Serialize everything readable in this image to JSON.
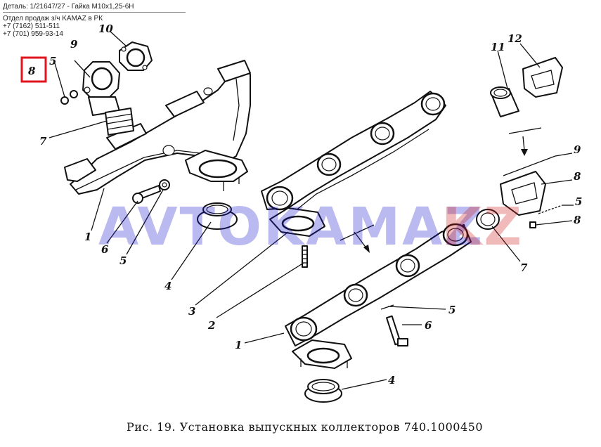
{
  "header": {
    "detail": "Деталь: 1/21647/27 - Гайка M10x1,25-6H",
    "dept": "Отдел продаж з/ч KAMAZ в РК",
    "phone1": "+7 (7162) 511-511",
    "phone2": "+7 (701) 959-93-14"
  },
  "watermark": {
    "left": "AVTOKAMAZ",
    "right": "KZ",
    "color_left": "#1b1bcc",
    "color_right": "#cc1b1b"
  },
  "highlight": {
    "label": "8",
    "color": "#e0141c"
  },
  "labels": {
    "n5": "5",
    "n9": "9",
    "n10": "10",
    "n7": "7",
    "n1": "1",
    "n6": "6",
    "n5b": "5",
    "n4": "4",
    "n3": "3",
    "n2": "2",
    "n11": "11",
    "n12": "12",
    "n9b": "9",
    "n8b": "8",
    "n5c": "5",
    "n8c": "8",
    "n7b": "7",
    "n5d": "5",
    "n6b": "6",
    "n1b": "1",
    "n4b": "4"
  },
  "caption": "Рис. 19. Установка выпускных коллекторов 740.1000450"
}
